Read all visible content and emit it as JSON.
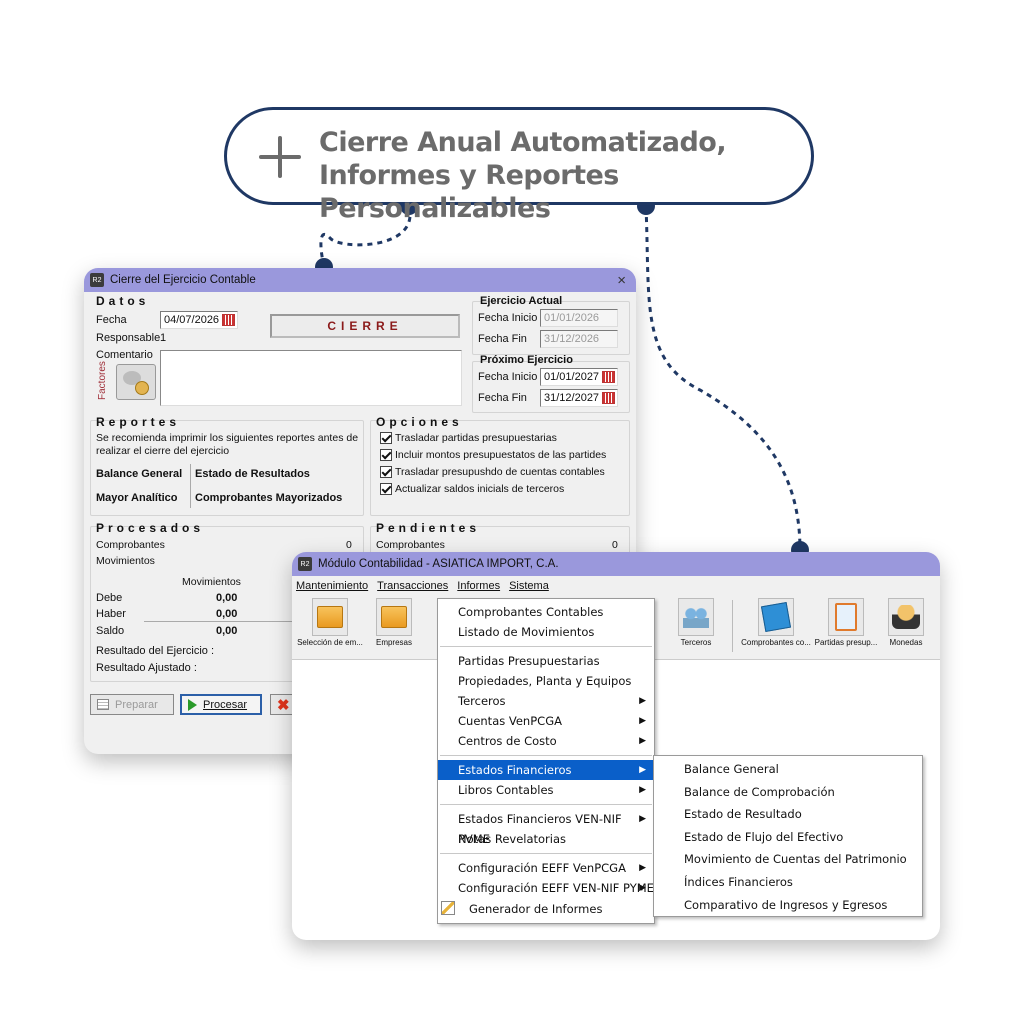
{
  "banner": {
    "line1": "Cierre Anual Automatizado,",
    "line2": "Informes y Reportes Personalizables"
  },
  "cierre_window": {
    "title": "Cierre del Ejercicio Contable",
    "close": "×",
    "datos": {
      "group": "Datos",
      "fecha_label": "Fecha",
      "fecha_value": "04/07/2026",
      "responsable_label": "Responsable",
      "responsable_value": "1",
      "comentario_label": "Comentario",
      "factores_label": "Factores",
      "cierre_button": "CIERRE"
    },
    "ejercicio_actual": {
      "group": "Ejercicio Actual",
      "inicio_label": "Fecha Inicio",
      "inicio_value": "01/01/2026",
      "fin_label": "Fecha Fin",
      "fin_value": "31/12/2026"
    },
    "proximo_ejercicio": {
      "group": "Próximo Ejercicio",
      "inicio_label": "Fecha Inicio",
      "inicio_value": "01/01/2027",
      "fin_label": "Fecha Fin",
      "fin_value": "31/12/2027"
    },
    "reportes": {
      "group": "Reportes",
      "note_line1": "Se recomienda imprimir los siguientes reportes antes de",
      "note_line2": "realizar el cierre del ejercicio",
      "items": [
        "Balance General",
        "Estado de Resultados",
        "Mayor Analítico",
        "Comprobantes Mayorizados"
      ]
    },
    "opciones": {
      "group": "Opciones",
      "items": [
        "Trasladar partidas presupuestarias",
        "Incluir montos presupuestatos de las partides",
        "Trasladar presupushdo de cuentas contables",
        "Actualizar saldos inicials de terceros"
      ]
    },
    "procesados": {
      "group": "Procesados",
      "comprobantes_label": "Comprobantes",
      "comprobantes_value": "0",
      "movimientos_label": "Movimientos",
      "mov_header": "Movimientos",
      "debe_label": "Debe",
      "debe_value": "0,00",
      "haber_label": "Haber",
      "haber_value": "0,00",
      "saldo_label": "Saldo",
      "saldo_value": "0,00",
      "resultado_ejercicio": "Resultado del Ejercicio :",
      "resultado_ajustado": "Resultado Ajustado :"
    },
    "pendientes": {
      "group": "Pendientes",
      "comprobantes_label": "Comprobantes",
      "comprobantes_value": "0"
    },
    "buttons": {
      "preparar": "Preparar",
      "procesar": "Procesar"
    }
  },
  "modulo_window": {
    "title": "Módulo Contabilidad - ASIATICA IMPORT, C.A.",
    "menubar": [
      "Mantenimiento",
      "Transacciones",
      "Informes",
      "Sistema"
    ],
    "toolbar": [
      "Selección de em...",
      "Empresas",
      "Terceros",
      "Comprobantes co...",
      "Partidas presup...",
      "Monedas"
    ],
    "informes_menu": [
      {
        "label": "Comprobantes Contables",
        "arrow": false
      },
      {
        "label": "Listado de Movimientos",
        "arrow": false
      },
      {
        "label": "Partidas Presupuestarias",
        "arrow": false
      },
      {
        "label": "Propiedades, Planta y Equipos",
        "arrow": false
      },
      {
        "label": "Terceros",
        "arrow": true
      },
      {
        "label": "Cuentas VenPCGA",
        "arrow": true
      },
      {
        "label": "Centros de Costo",
        "arrow": true
      },
      {
        "label": "Estados Financieros",
        "arrow": true
      },
      {
        "label": "Libros Contables",
        "arrow": true
      },
      {
        "label": "Estados Financieros VEN-NIF PVME",
        "arrow": true
      },
      {
        "label": "Notas Revelatorias",
        "arrow": false
      },
      {
        "label": "Configuración EEFF VenPCGA",
        "arrow": true
      },
      {
        "label": "Configuración EEFF VEN-NIF PYME",
        "arrow": true
      },
      {
        "label": "Generador de Informes",
        "arrow": false
      }
    ],
    "submenu": [
      "Balance General",
      "Balance de Comprobación",
      "Estado de Resultado",
      "Estado de Flujo del Efectivo",
      "Movimiento de Cuentas del Patrimonio",
      "Índices Financieros",
      "Comparativo de Ingresos y Egresos"
    ],
    "arrow_glyph": "▶"
  },
  "colors": {
    "navy": "#1f3864",
    "titlebar": "#9a98dc",
    "menu_selection": "#0a5fc9"
  }
}
